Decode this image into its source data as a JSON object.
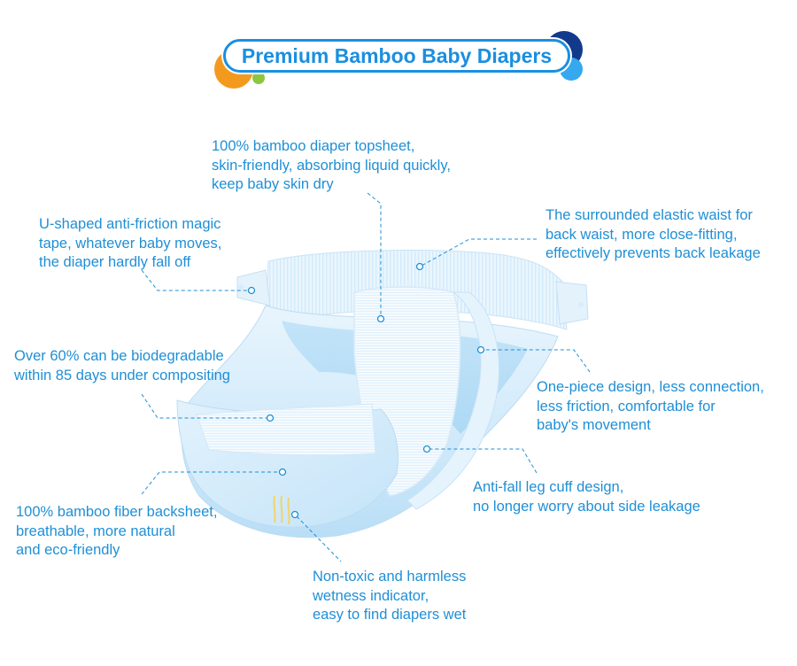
{
  "title": "Premium Bamboo Baby Diapers",
  "colors": {
    "accent_blue": "#1a8fe0",
    "label_blue": "#1f8fd6",
    "orange": "#f39a1e",
    "navy": "#123a8c",
    "light_blue": "#35a8f0",
    "green": "#8cc63e"
  },
  "callouts": {
    "topsheet": [
      "100% bamboo diaper topsheet,",
      "skin-friendly, absorbing liquid quickly,",
      "keep baby skin dry"
    ],
    "tape": [
      "U-shaped anti-friction magic",
      "tape, whatever baby moves,",
      "the diaper hardly fall off"
    ],
    "waist": [
      "The surrounded elastic waist for",
      "back waist, more close-fitting,",
      "effectively prevents back leakage"
    ],
    "biodegradable": [
      "Over 60% can be biodegradable",
      "within 85 days under compositing"
    ],
    "one_piece": [
      "One-piece design, less connection,",
      "less friction, comfortable for",
      "baby's movement"
    ],
    "leg_cuff": [
      "Anti-fall leg cuff design,",
      "no longer worry about side leakage"
    ],
    "backsheet": [
      "100% bamboo fiber backsheet,",
      "breathable, more natural",
      "and eco-friendly"
    ],
    "indicator": [
      "Non-toxic and harmless",
      "wetness indicator,",
      "easy to find diapers wet"
    ]
  }
}
